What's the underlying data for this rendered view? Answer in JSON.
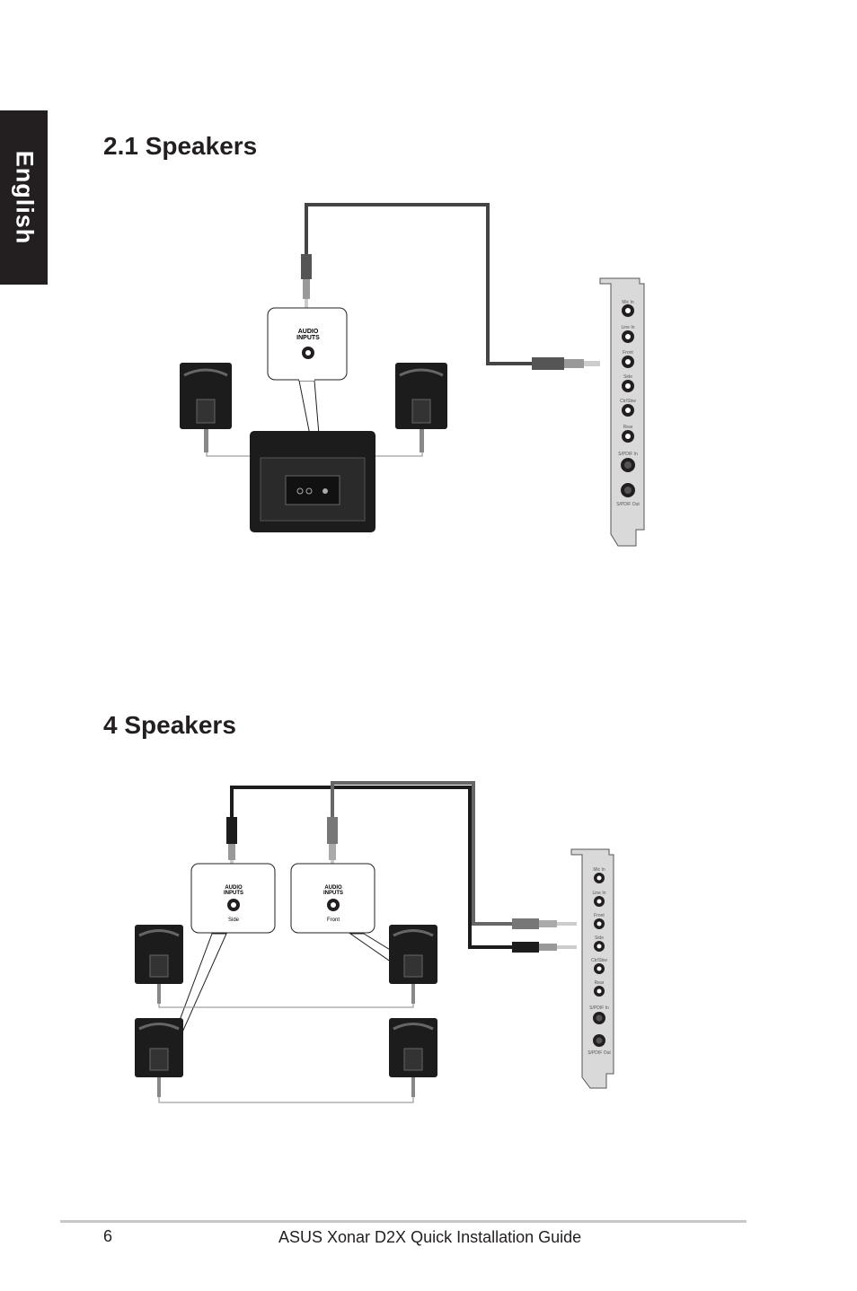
{
  "side_tab": {
    "label": "English"
  },
  "sections": [
    {
      "title": "2.1 Speakers",
      "diagram": {
        "input_box": {
          "label": "AUDIO\nINPUTS"
        },
        "card_ports": [
          "Mic In",
          "Line In",
          "Front",
          "Side",
          "Ctr/Sbw",
          "Rear",
          "S/PDIF In",
          "S/PDIF Out"
        ]
      }
    },
    {
      "title": "4 Speakers",
      "diagram": {
        "input_boxes": [
          {
            "label": "AUDIO\nINPUTS",
            "sub": "Side"
          },
          {
            "label": "AUDIO\nINPUTS",
            "sub": "Front"
          }
        ],
        "card_ports": [
          "Mic In",
          "Line In",
          "Front",
          "Side",
          "Ctr/Sbw",
          "Rear",
          "S/PDIF In",
          "S/PDIF Out"
        ]
      }
    }
  ],
  "footer": {
    "page_number": "6",
    "title": "ASUS Xonar D2X Quick Installation Guide"
  }
}
